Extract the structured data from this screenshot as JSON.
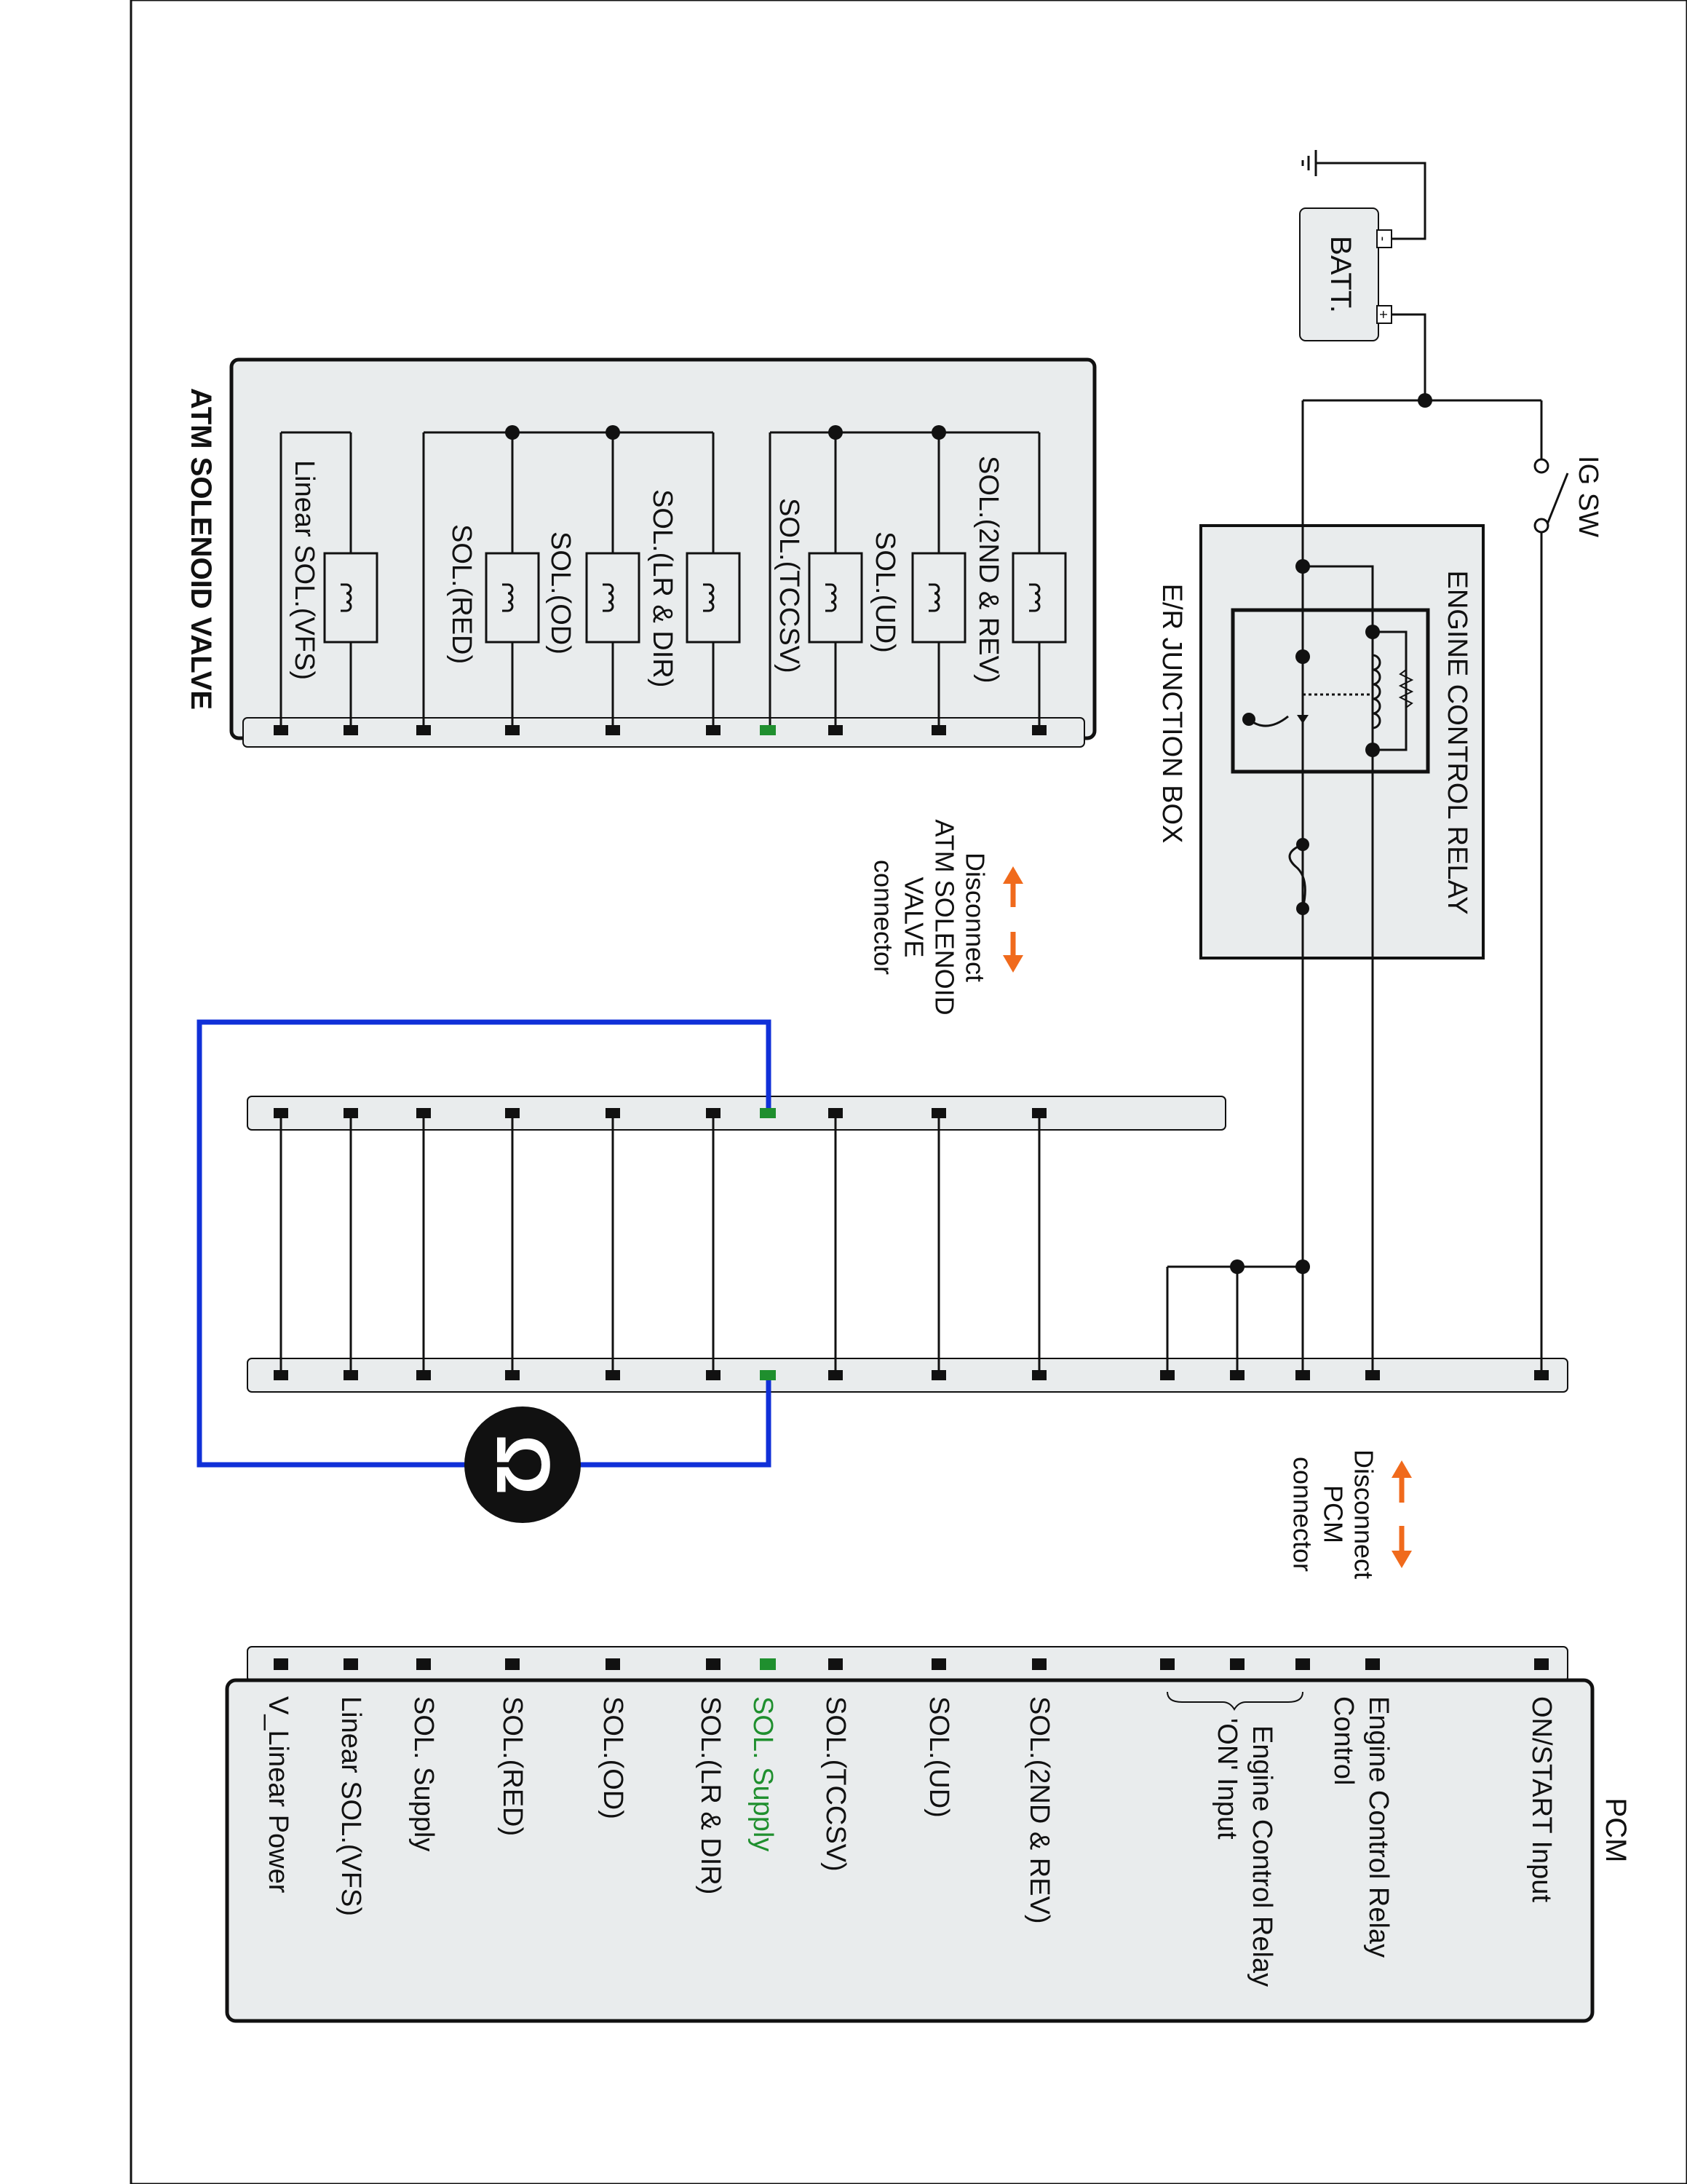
{
  "diagram": {
    "colors": {
      "wire": "#111111",
      "panel_fill": "#e9eced",
      "highlight_pin": "#1f8f2e",
      "jumper": "#1030d8",
      "arrow": "#f06a1c",
      "symbol_fill": "#111111"
    },
    "battery": {
      "label": "BATT.",
      "minus": "-",
      "plus": "+"
    },
    "ignition_switch": {
      "label": "IG SW"
    },
    "junction_box": {
      "label": "E/R JUNCTION BOX",
      "relay_label": "ENGINE CONTROL RELAY"
    },
    "solenoid_valve": {
      "title": "ATM SOLENOID VALVE",
      "solenoids": [
        "SOL.(2ND & REV)",
        "SOL.(UD)",
        "SOL.(TCCSV)",
        "SOL.(LR & DIR)",
        "SOL.(OD)",
        "SOL.(RED)",
        "Linear SOL.(VFS)"
      ]
    },
    "disconnect_solenoid": {
      "lines": [
        "Disconnect",
        "ATM SOLENOID",
        "VALVE",
        "connector"
      ]
    },
    "disconnect_pcm": {
      "lines": [
        "Disconnect",
        "PCM",
        "connector"
      ]
    },
    "pcm": {
      "title": "PCM",
      "pins": [
        "ON/START Input",
        "Engine Control Relay Control",
        "Engine Control Relay 'ON' Input",
        "SOL.(2ND & REV)",
        "SOL.(UD)",
        "SOL.(TCCSV)",
        "SOL. Supply",
        "SOL.(LR & DIR)",
        "SOL.(OD)",
        "SOL.(RED)",
        "SOL. Supply",
        "Linear SOL.(VFS)",
        "V_Linear Power"
      ],
      "pins_display": {
        "on_start": "ON/START Input",
        "ecr_control_1": "Engine Control Relay",
        "ecr_control_2": "Control",
        "ecr_on_1": "Engine Control Relay",
        "ecr_on_2": "'ON' Input",
        "sol_2nd_rev": "SOL.(2ND & REV)",
        "sol_ud": "SOL.(UD)",
        "sol_tccsv": "SOL.(TCCSV)",
        "sol_supply_hl": "SOL. Supply",
        "sol_lr_dir": "SOL.(LR & DIR)",
        "sol_od": "SOL.(OD)",
        "sol_red": "SOL.(RED)",
        "sol_supply": "SOL. Supply",
        "linear_vfs": "Linear SOL.(VFS)",
        "v_linear": "V_Linear Power"
      }
    },
    "continuity_symbol": {
      "icon": "continuity-tester-icon",
      "glyph": "Ω"
    }
  }
}
